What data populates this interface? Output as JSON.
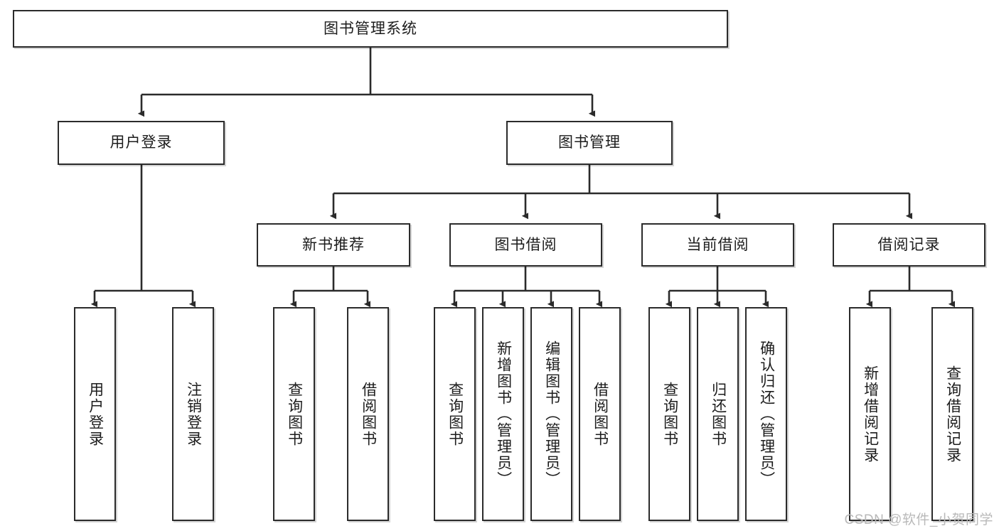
{
  "diagram": {
    "title_node": {
      "label": "图书管理系统"
    },
    "level2": [
      {
        "id": "user-login",
        "label": "用户登录"
      },
      {
        "id": "book-management",
        "label": "图书管理"
      }
    ],
    "level3": [
      {
        "id": "new-book-recommend",
        "label": "新书推荐"
      },
      {
        "id": "book-borrow",
        "label": "图书借阅"
      },
      {
        "id": "current-borrow",
        "label": "当前借阅"
      },
      {
        "id": "borrow-record",
        "label": "借阅记录"
      }
    ],
    "leaves": {
      "user_login": [
        {
          "id": "leaf-user-login",
          "label": "用户登录"
        },
        {
          "id": "leaf-logout-login",
          "label": "注销登录"
        }
      ],
      "new_book_recommend": [
        {
          "id": "leaf-query-book-1",
          "label": "查询图书"
        },
        {
          "id": "leaf-borrow-book-1",
          "label": "借阅图书"
        }
      ],
      "book_borrow": [
        {
          "id": "leaf-query-book-2",
          "label": "查询图书"
        },
        {
          "id": "leaf-add-book",
          "label": "新增图书（管理员）"
        },
        {
          "id": "leaf-edit-book",
          "label": "编辑图书（管理员）"
        },
        {
          "id": "leaf-borrow-book-2",
          "label": "借阅图书"
        }
      ],
      "current_borrow": [
        {
          "id": "leaf-query-book-3",
          "label": "查询图书"
        },
        {
          "id": "leaf-return-book",
          "label": "归还图书"
        },
        {
          "id": "leaf-confirm-return",
          "label": "确认归还（管理员）"
        }
      ],
      "borrow_record": [
        {
          "id": "leaf-add-record",
          "label": "新增借阅记录"
        },
        {
          "id": "leaf-query-record",
          "label": "查询借阅记录"
        }
      ]
    },
    "watermark": "CSDN @软件_小贺同学",
    "colors": {
      "stroke": "#2b2b2b",
      "fill": "#ffffff",
      "text": "#1c1c1c",
      "watermark": "#b9b9b9"
    }
  }
}
